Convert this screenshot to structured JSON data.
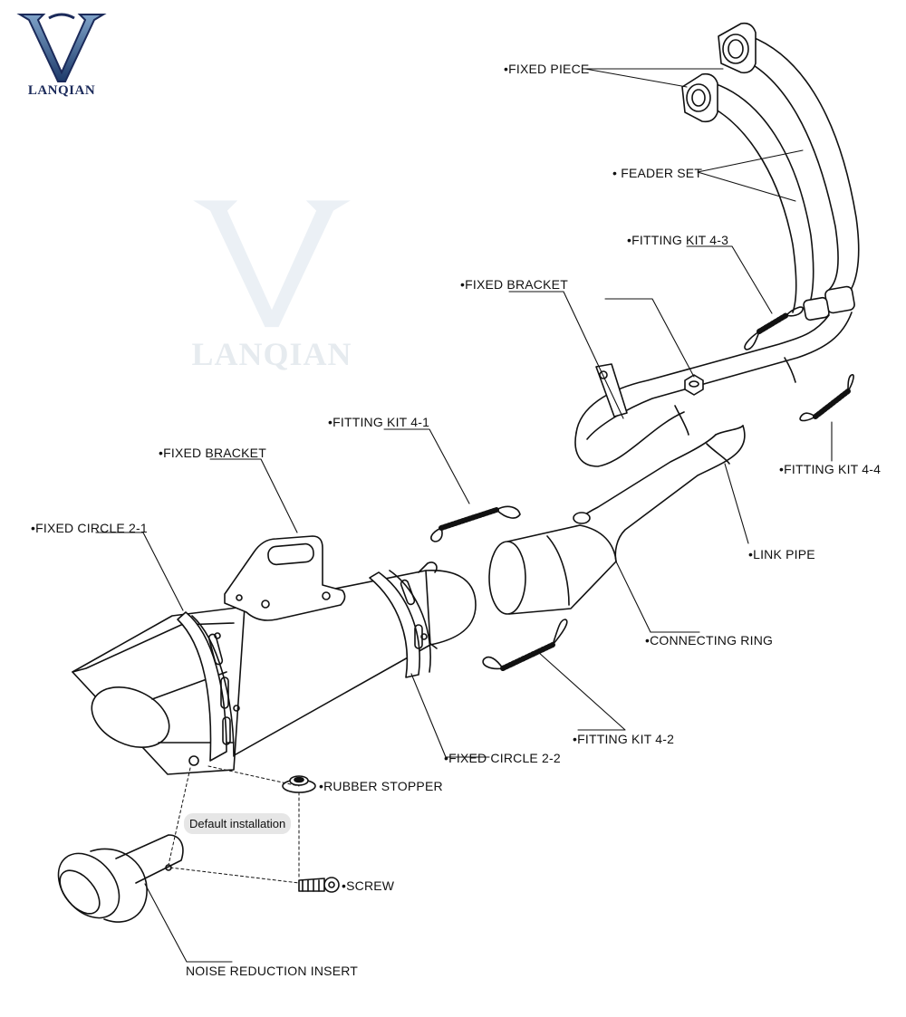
{
  "brand": {
    "logo_text": "LANQIAN",
    "watermark_text": "LANQIAN"
  },
  "labels": {
    "fixed_piece": "•FIXED PIECE",
    "feader_set": "• FEADER SET",
    "fitting_kit_4_3": "•FITTING KIT 4-3",
    "fixed_bracket_top": "•FIXED BRACKET",
    "fitting_kit_4_1": "•FITTING KIT 4-1",
    "fixed_bracket_bottom": "•FIXED BRACKET",
    "fixed_circle_2_1": "•FIXED CIRCLE 2-1",
    "fitting_kit_4_4": "•FITTING KIT 4-4",
    "link_pipe": "•LINK PIPE",
    "connecting_ring": "•CONNECTING RING",
    "fitting_kit_4_2": "•FITTING KIT 4-2",
    "fixed_circle_2_2": "•FIXED CIRCLE 2-2",
    "rubber_stopper": "•RUBBER STOPPER",
    "screw": "•SCREW",
    "noise_reduction_insert": "NOISE REDUCTION INSERT"
  },
  "note": "Default installation"
}
